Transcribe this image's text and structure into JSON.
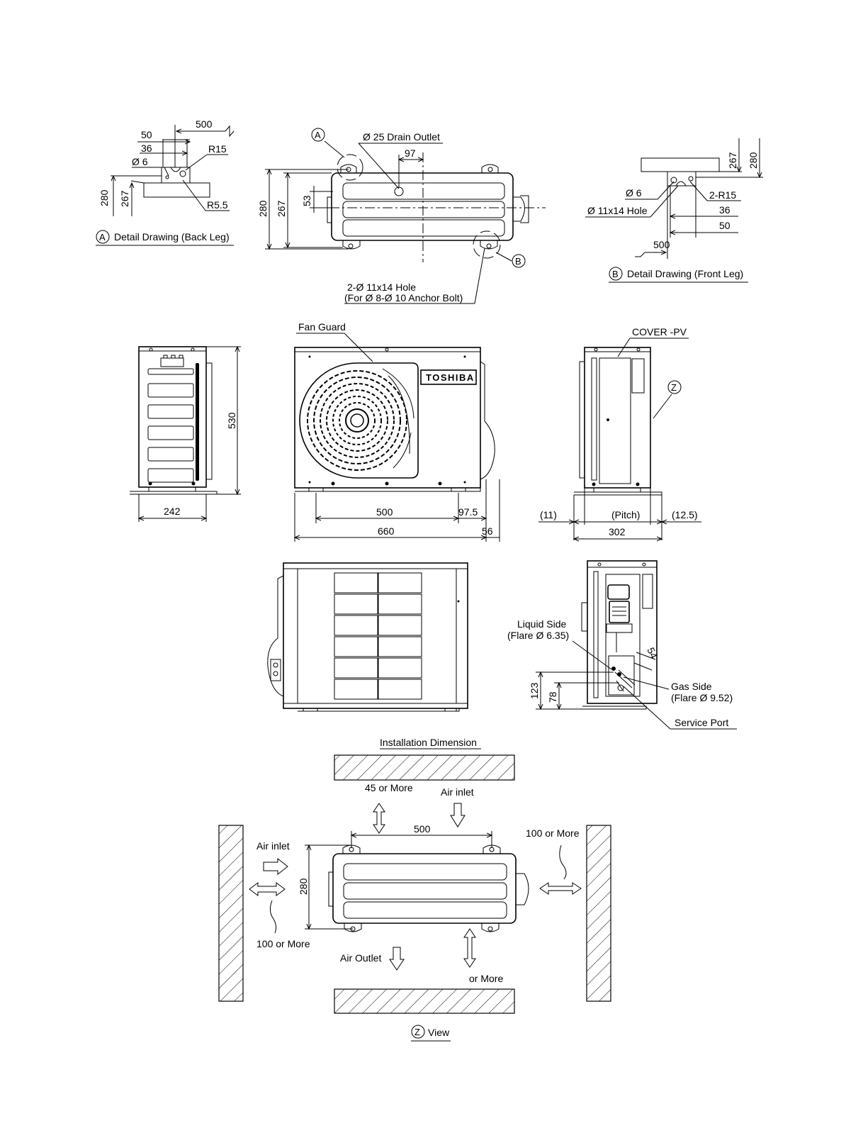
{
  "detail_a": {
    "marker": "A",
    "title": "Detail Drawing (Back Leg)",
    "dims": {
      "d500": "500",
      "d50": "50",
      "d36": "36",
      "r15": "R15",
      "phi6": "Ø 6",
      "r55": "R5.5",
      "d280": "280",
      "d267": "267"
    }
  },
  "top_view": {
    "marker_a": "A",
    "marker_b": "B",
    "drain": "Ø 25 Drain Outlet",
    "d97": "97",
    "d53": "53",
    "d280": "280",
    "d267": "267",
    "hole_line1": "2-Ø 11x14 Hole",
    "hole_line2": "(For Ø 8-Ø 10 Anchor Bolt)"
  },
  "detail_b": {
    "marker": "B",
    "title": "Detail Drawing (Front Leg)",
    "dims": {
      "d267": "267",
      "d280": "280",
      "phi6": "Ø 6",
      "r15": "2-R15",
      "hole": "Ø 11x14 Hole",
      "d36": "36",
      "d50": "50",
      "d500": "500"
    }
  },
  "left_view": {
    "d530": "530",
    "d242": "242"
  },
  "front_view": {
    "fan_guard": "Fan Guard",
    "brand": "TOSHIBA",
    "d500": "500",
    "d975": "97.5",
    "d660": "660",
    "d56": "56"
  },
  "right_view": {
    "cover": "COVER -PV",
    "marker_z": "Z",
    "d11": "(11)",
    "pitch": "(Pitch)",
    "d125": "(12.5)",
    "d302": "302"
  },
  "service_view": {
    "liquid_line1": "Liquid Side",
    "liquid_line2": "(Flare Ø 6.35)",
    "gas_line1": "Gas Side",
    "gas_line2": "(Flare Ø 9.52)",
    "service_port": "Service Port",
    "d123": "123",
    "d78": "78",
    "d54": "54"
  },
  "installation": {
    "title": "Installation Dimension",
    "top_clear": "45 or More",
    "air_inlet_top": "Air inlet",
    "d500": "500",
    "right_clear": "100 or More",
    "air_inlet_left": "Air inlet",
    "d280": "280",
    "left_clear": "100 or More",
    "air_outlet": "Air Outlet",
    "bottom_clear": "or More"
  },
  "footer": {
    "marker_z": "Z",
    "label": "View"
  }
}
